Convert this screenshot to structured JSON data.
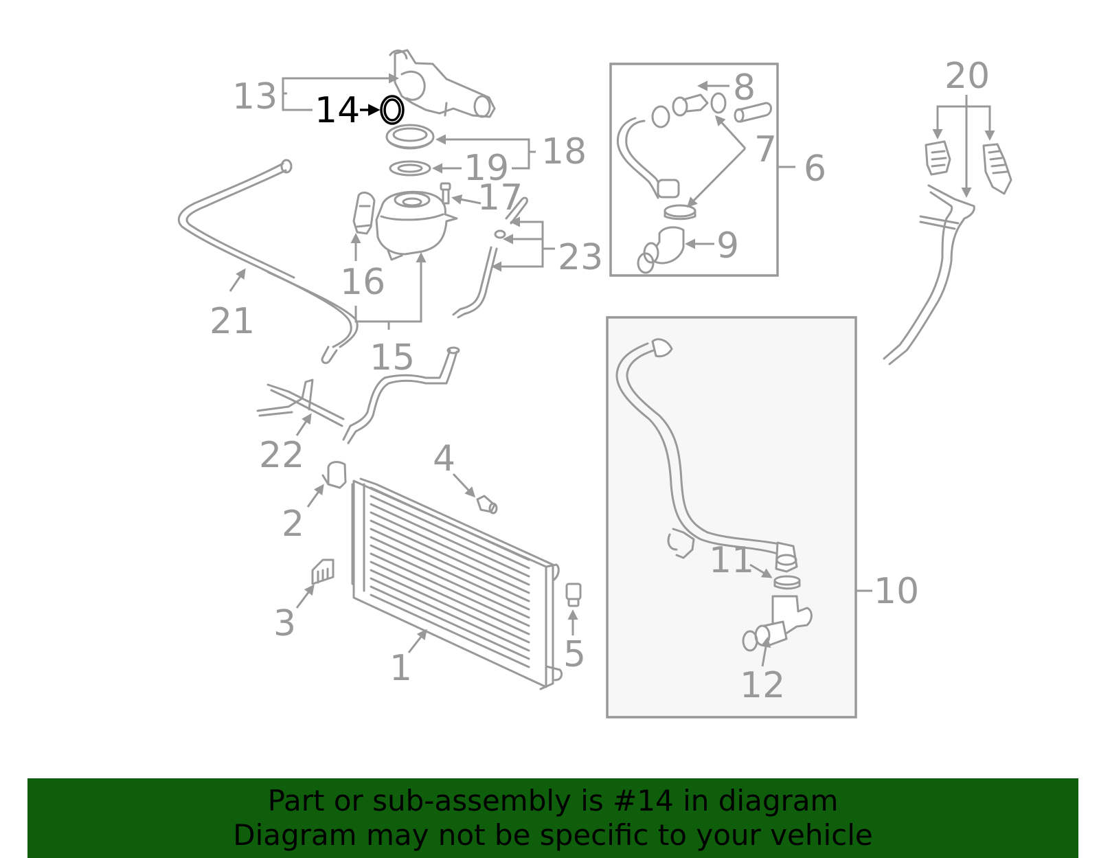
{
  "diagram": {
    "highlighted_part": "14",
    "colors": {
      "line": "#999999",
      "highlight": "#000000",
      "box_fill": "#f7f7f7",
      "banner_bg": "#0e5e0c",
      "banner_text": "#000000"
    },
    "callouts": {
      "c1": "1",
      "c2": "2",
      "c3": "3",
      "c4": "4",
      "c5": "5",
      "c6": "6",
      "c7": "7",
      "c8": "8",
      "c9": "9",
      "c10": "10",
      "c11": "11",
      "c12": "12",
      "c13": "13",
      "c14": "14",
      "c15": "15",
      "c16": "16",
      "c17": "17",
      "c18": "18",
      "c19": "19",
      "c20": "20",
      "c21": "21",
      "c22": "22",
      "c23": "23"
    }
  },
  "banner": {
    "line1": "Part or sub-assembly is #14 in diagram",
    "line2": "Diagram may not be specific to your vehicle"
  }
}
